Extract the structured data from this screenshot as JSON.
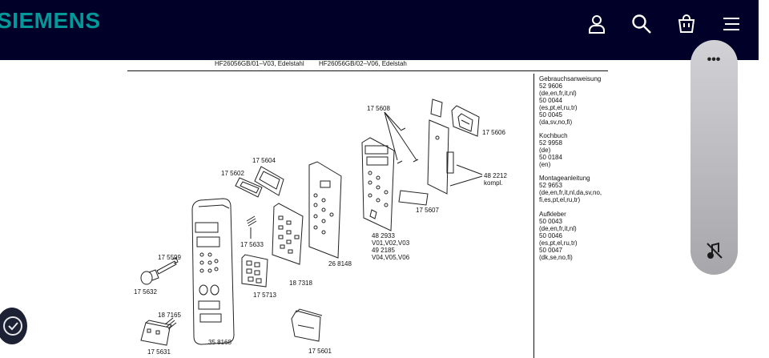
{
  "header": {
    "brand": "SIEMENS",
    "icons": [
      "user-icon",
      "search-icon",
      "shopping-bag-icon",
      "menu-icon"
    ]
  },
  "variants": [
    "HF26056GB/01–V03, Edelstahl",
    "HF26056GB/02–V06, Edelstah"
  ],
  "documents": [
    [
      "Gebrauchsanweisung",
      "52 9606",
      "(de,en,fr,it,nl)",
      "50 0044",
      "(es,pt,el,ru,tr)",
      "50 0045",
      "(da,sv,no,fi)"
    ],
    [
      "Kochbuch",
      "52 9958",
      "(de)",
      "50 0184",
      "(en)"
    ],
    [
      "Montageanleitung",
      "52 9653",
      "(de,en,fr,it,nl,da,sv,no,",
      "fi,es,pt,el,ru,tr)"
    ],
    [
      "Aufkleber",
      "50 0043",
      "(de,en,fr,it,nl)",
      "50 0046",
      "(es,pt,el,ru,tr)",
      "50 0047",
      "(dk,se,no,fi)"
    ]
  ],
  "parts": {
    "p175608": "17 5608",
    "p175606": "17 5606",
    "p482212": "48 2212",
    "kompl": "kompl.",
    "p175604": "17 5604",
    "p175602": "17 5602",
    "p175633": "17 5633",
    "p175607": "17 5607",
    "p482933": "48 2933",
    "v1": "V01,V02,V03",
    "p492185": "49 2185",
    "v2": "V04,V05,V06",
    "p268148": "26 8148",
    "p175599": "17 5599",
    "p175632": "17 5632",
    "p187318": "18 7318",
    "p175713": "17 5713",
    "p187165": "18 7165",
    "p175631": "17 5631",
    "p358168": "35 8168",
    "p175601": "17 5601"
  },
  "panel": {
    "more_label": "•••",
    "icons": [
      "more-icon",
      "sound-off-icon"
    ]
  },
  "badge": {
    "icon": "shield-check-icon"
  },
  "colors": {
    "header_bg": "#000028",
    "brand": "#009999",
    "panel": "#bdbdc1"
  }
}
